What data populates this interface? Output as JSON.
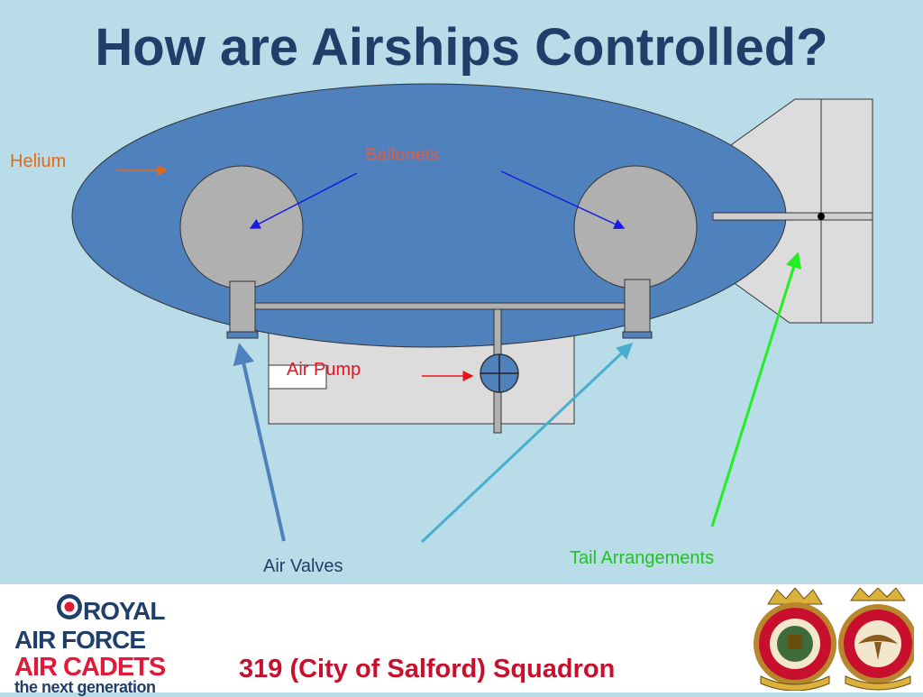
{
  "slide": {
    "title": "How are Airships Controlled?"
  },
  "labels": {
    "helium": "Helium",
    "ballonets": "Ballonets",
    "air_pump": "Air Pump",
    "air_valves": "Air Valves",
    "tail_arrangements": "Tail Arrangements"
  },
  "colors": {
    "background": "#b8dce8",
    "envelope": "#4f81bd",
    "ballonet": "#b0b0b0",
    "gondola": "#dcdcdc",
    "helium_label": "#e06a1c",
    "ballonets_label": "#d95f4a",
    "air_pump_label": "#e8141c",
    "air_valves_arrow": "#4f81bd",
    "tail_arrow": "#22ee22",
    "title": "#1f3f6a"
  },
  "footer": {
    "logo_line1": "ROYAL",
    "logo_line2": "AIR FORCE",
    "logo_line3": "AIR CADETS",
    "logo_line4": "the next generation",
    "squadron": "319 (City of Salford) Squadron"
  }
}
